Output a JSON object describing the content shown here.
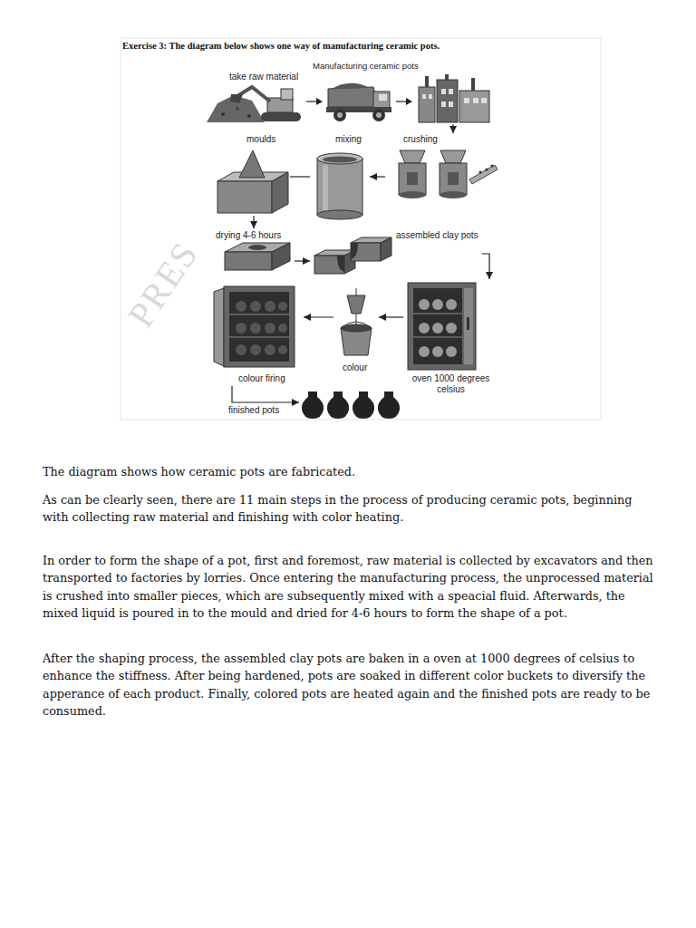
{
  "diagram": {
    "title": "Exercise 3: The diagram below shows one way of manufacturing ceramic pots.",
    "nodes": [
      {
        "text": [
          "take raw material"
        ]
      },
      {
        "text": [
          "moulds"
        ]
      },
      {
        "text": [
          "mixing"
        ]
      },
      {
        "text": [
          "crushing"
        ]
      },
      {
        "text": [
          "drying 4-6 hours"
        ]
      },
      {
        "text": [
          "assembled clay pots"
        ]
      },
      {
        "text": [
          "colour firing"
        ]
      },
      {
        "text": [
          "colour"
        ]
      },
      {
        "text": [
          "oven 1000 degrees celsius"
        ]
      },
      {
        "text": [
          "finished pots"
        ]
      }
    ],
    "edges": [
      {
        "from": 0,
        "to": 3,
        "arrow": "to"
      },
      {
        "from": 3,
        "to": 2,
        "arrow": "to"
      },
      {
        "from": 2,
        "to": 1,
        "arrow": "none"
      },
      {
        "from": 1,
        "to": 4,
        "arrow": "to"
      },
      {
        "from": 4,
        "to": 5,
        "arrow": "to"
      },
      {
        "from": 5,
        "to": 8,
        "arrow": "to"
      },
      {
        "from": 8,
        "to": 7,
        "arrow": "to"
      },
      {
        "from": 7,
        "to": 6,
        "arrow": "to"
      },
      {
        "from": 6,
        "to": 9,
        "arrow": "to"
      }
    ],
    "labels": [
      "Manufacturing ceramic pots",
      "PRES",
      "The diagram shows how ceramic pots are fabricated.",
      "As can be clearly seen, there are 11 main steps in the process of producing ceramic pots, beginning with collecting raw material and finishing with color heating.",
      "In order to form the shape of a pot, first and foremost, raw material is collected by excavators and then transported to factories by lorries. Once entering the manufacturing process, the unprocessed material is crushed into smaller pieces, which are subsequently mixed with a speacial fluid. Afterwards, the mixed liquid is poured in to the mould and dried for 4-6 hours to form the shape of a pot.",
      "After the shaping process, the assembled clay pots are baken in a oven at 1000 degrees of celsius to enhance the stiffness. After being hardened, pots are soaked in different color buckets to diversify the apperance of each product. Finally, colored pots are heated again and the finished pots are ready to be consumed."
    ]
  }
}
